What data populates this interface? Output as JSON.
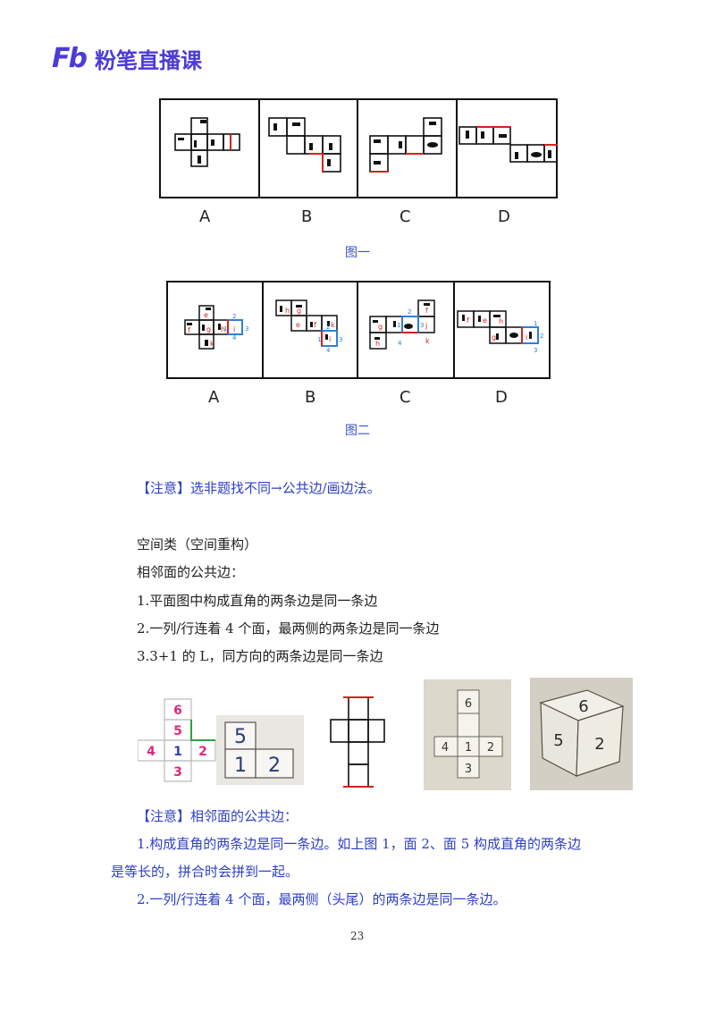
{
  "header": {
    "logo_mark": "Fb",
    "logo_text": "粉笔直播课"
  },
  "figure1": {
    "options": [
      "A",
      "B",
      "C",
      "D"
    ],
    "caption": "图一"
  },
  "figure2": {
    "options": [
      "A",
      "B",
      "C",
      "D"
    ],
    "caption": "图二",
    "face_labels": {
      "A": [
        "e",
        "f",
        "g",
        "h",
        "i",
        "k",
        "1",
        "2",
        "3",
        "4"
      ],
      "B": [
        "h",
        "g",
        "e",
        "f",
        "k",
        "i",
        "1",
        "2",
        "3",
        "4"
      ],
      "C": [
        "g",
        "h",
        "f",
        "j",
        "k",
        "1",
        "2",
        "3",
        "4"
      ],
      "D": [
        "f",
        "e",
        "h",
        "g",
        "i",
        "1",
        "2",
        "3"
      ]
    }
  },
  "note1": "【注意】选非题找不同→公共边/画边法。",
  "section": {
    "title": "空间类（空间重构）",
    "subtitle": "相邻面的公共边：",
    "rules": [
      "1.平面图中构成直角的两条边是同一条边",
      "2.一列/行连着 4 个面，最两侧的两条边是同一条边",
      "3.3+1 的 L，同方向的两条边是同一条边"
    ]
  },
  "photos": {
    "net_numbers": [
      "6",
      "5",
      "4",
      "1",
      "2",
      "3"
    ],
    "folded_numbers": [
      "5",
      "1",
      "2"
    ],
    "paper_numbers": [
      "6",
      "4",
      "1",
      "2",
      "3"
    ],
    "cube_numbers": [
      "6",
      "5",
      "2"
    ]
  },
  "note2": {
    "title": "【注意】相邻面的公共边：",
    "line1a": "1.构成直角的两条边是同一条边。如上图 1，面 2、面 5 构成直角的两条边",
    "line1b": "是等长的，拼合时会拼到一起。",
    "line2": "2.一列/行连着 4 个面，最两侧（头尾）的两条边是同一条边。"
  },
  "page_number": "23",
  "colors": {
    "brand": "#4b3cd6",
    "note_blue": "#2c3fc4",
    "edge_red": "#d42020",
    "edge_blue": "#2f7fd8",
    "pink": "#e0287a"
  }
}
